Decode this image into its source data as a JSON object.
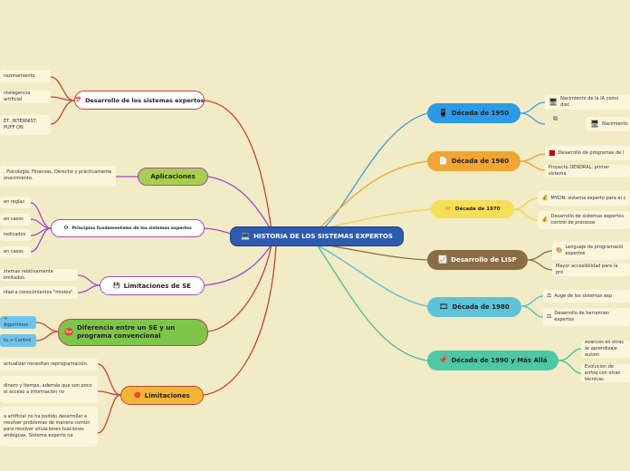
{
  "central": {
    "label": "HISTORIA DE LOS SISTEMAS EXPERTOS",
    "icon": "laptop-icon"
  },
  "right": {
    "d1950": {
      "label": "Década de 1950",
      "icon": "phone-icon",
      "items": [
        "Nacimiento de la IA como disc",
        "Nacimiento"
      ],
      "link_icon": "external-link-icon"
    },
    "d1960": {
      "label": "Década de 1960",
      "icon": "document-icon",
      "items": [
        "Desarrollo de programas de l",
        "Proyecto DENDRAL: primer sistema"
      ]
    },
    "d1970": {
      "label": "Década de 1970",
      "icon": "handshake-icon",
      "items": [
        "MYCIN: sistema experto para el c",
        "Desarrollo de sistemas expertos control de procesos"
      ]
    },
    "lisp": {
      "label": "Desarrollo de LISP",
      "icon": "chart-icon",
      "items": [
        "Lenguaje de programació expertos",
        "Mayor accesibilidad para la pro"
      ]
    },
    "d1980": {
      "label": "Década de 1980",
      "icon": "film-icon",
      "items": [
        "Auge de los sistemas exp",
        "Desarrollo de herramien expertos"
      ]
    },
    "d1990": {
      "label": "Década de 1990 y Más Allá",
      "icon": "pin-icon",
      "items": [
        "Avances en otras ár aprendizaje autom",
        "Evolución de enfoq con otras técnicas."
      ]
    }
  },
  "left": {
    "desarrollo": {
      "label": "Desarrollo de los sistemas expertos",
      "icon": "calendar-icon",
      "items": [
        "razonamiento",
        "ntelegencia artificial",
        "ET, INTERNIST, PUFF ON"
      ]
    },
    "aplicaciones": {
      "label": "Aplicaciones",
      "items": [
        ". Psicología, Finanzas, Derecho y prácticamente onocimiento."
      ]
    },
    "principios": {
      "label": "Principios fundamentales de los sistemas expertos",
      "icon": "gear-icon",
      "items": [
        "en reglas",
        "en casos",
        "redicados",
        "en casos"
      ]
    },
    "limitaciones_se": {
      "label": "Limitaciones de SE",
      "icon": "floppy-icon",
      "items": [
        "stemas relativamente limitados.",
        "idad a conocimientos \"mixtos\"."
      ]
    },
    "diferencia": {
      "label": "Diferencia entre un SE y un programa convencional",
      "icon": "no-entry-icon",
      "items": [
        "+ Algoritmos",
        "to + Control"
      ]
    },
    "limitaciones": {
      "label": "Limitaciones",
      "icon": "red-circle-icon",
      "items": [
        "actualizar necesitan reprogramación.",
        "dinero y tiempo, además que son poco el acceso a información no",
        "a artificial no ha podido desarrollar e resolver problemas de manera común para resolver situaciones tuaciones ambiguas. Sistema experto na"
      ]
    }
  },
  "colors": {
    "central": "#2d5bb0",
    "d1950": "#2b9be6",
    "d1960": "#f2a531",
    "d1970": "#f6df58",
    "lisp": "#8a6d45",
    "d1980": "#5ec3d6",
    "d1990": "#4dc8a6",
    "desarrollo": "#ffffff",
    "aplicaciones": "#a9cf4a",
    "principios": "#ffffff",
    "limitaciones_se": "#ffffff",
    "diferencia": "#7fc54a",
    "limitaciones": "#f2b635"
  }
}
